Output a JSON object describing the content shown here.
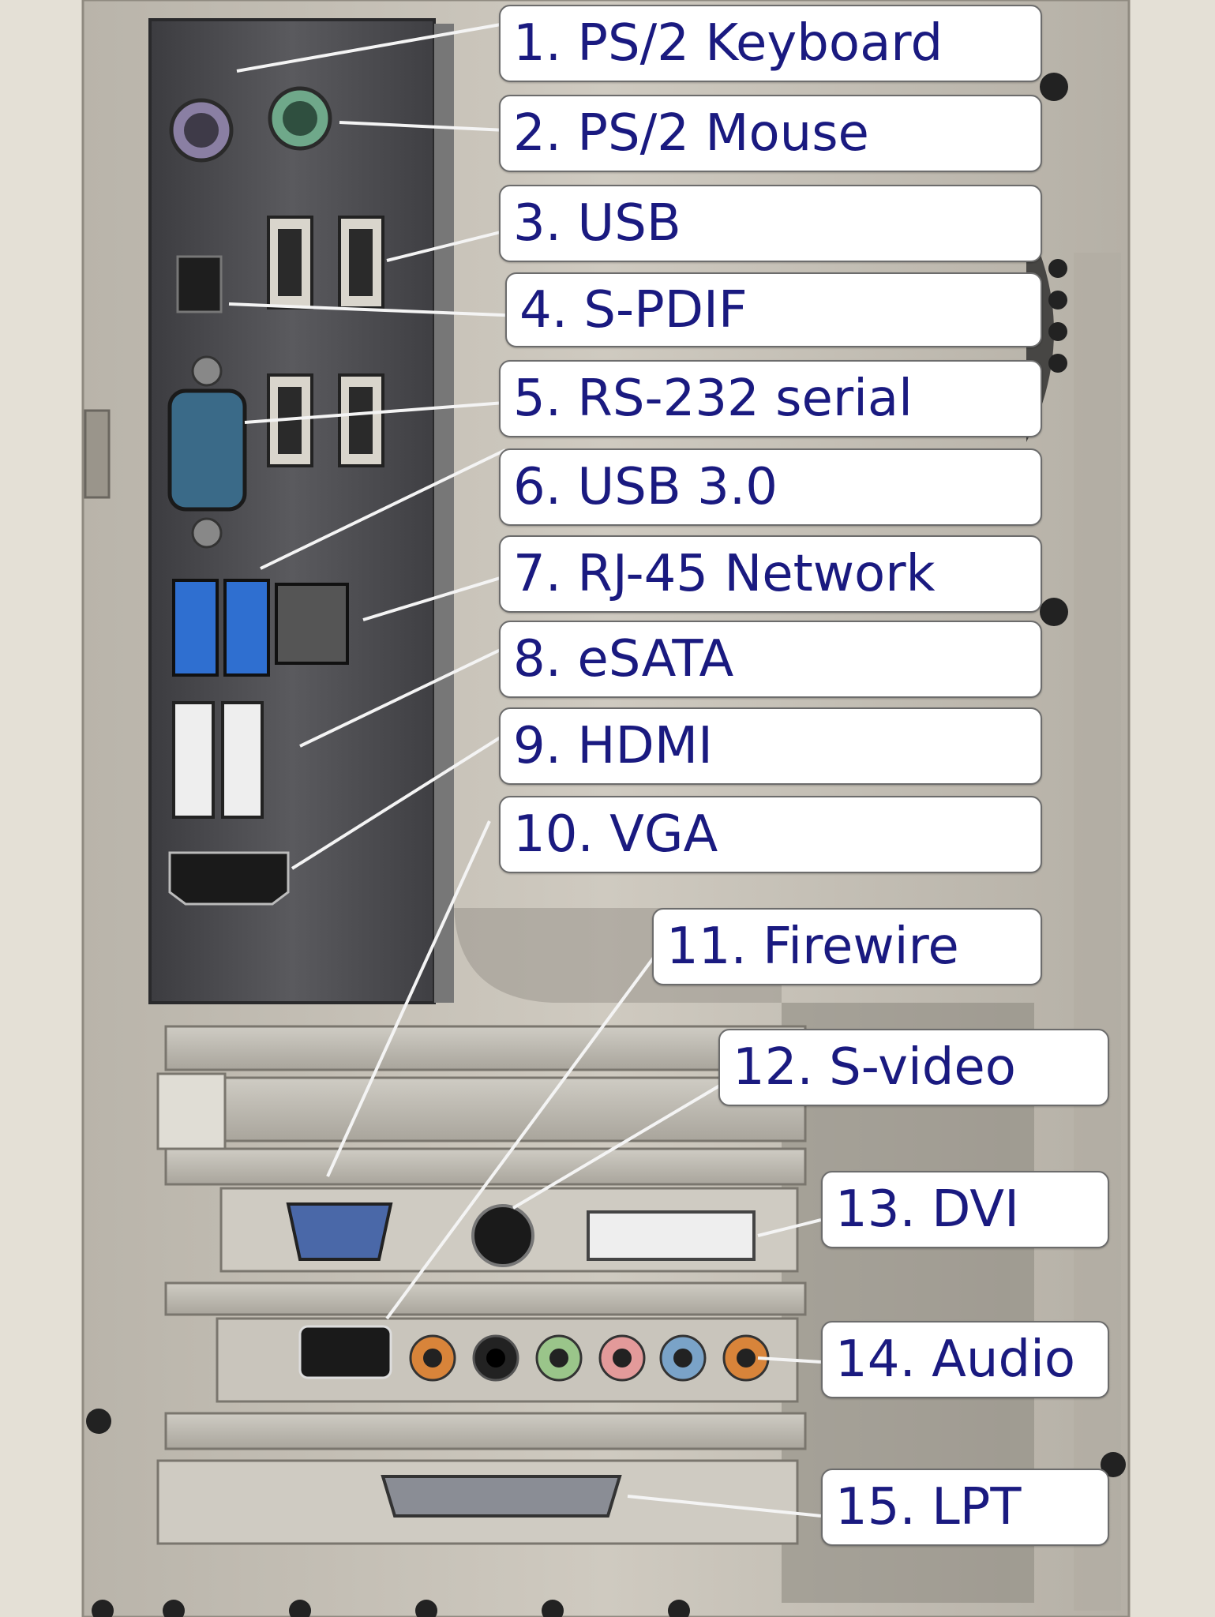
{
  "labels": [
    {
      "id": "ps2-keyboard",
      "text": "1. PS/2 Keyboard"
    },
    {
      "id": "ps2-mouse",
      "text": "2. PS/2 Mouse"
    },
    {
      "id": "usb",
      "text": "3. USB"
    },
    {
      "id": "s-pdif",
      "text": "4. S-PDIF"
    },
    {
      "id": "rs-232-serial",
      "text": "5. RS-232 serial"
    },
    {
      "id": "usb-3-0",
      "text": "6. USB 3.0"
    },
    {
      "id": "rj-45-network",
      "text": "7. RJ-45 Network"
    },
    {
      "id": "esata",
      "text": "8. eSATA"
    },
    {
      "id": "hdmi",
      "text": "9. HDMI"
    },
    {
      "id": "vga",
      "text": "10. VGA"
    },
    {
      "id": "firewire",
      "text": "11. Firewire"
    },
    {
      "id": "s-video",
      "text": "12. S-video"
    },
    {
      "id": "dvi",
      "text": "13. DVI"
    },
    {
      "id": "audio",
      "text": "14. Audio"
    },
    {
      "id": "lpt",
      "text": "15. LPT"
    }
  ],
  "colors": {
    "label_text": "#1a1a80",
    "ps2_keyboard": "#8a7fa3",
    "ps2_mouse": "#6fa88a",
    "usb3": "#2f6fd0",
    "serial": "#3a6a88",
    "panel": "#4a4a4c"
  }
}
